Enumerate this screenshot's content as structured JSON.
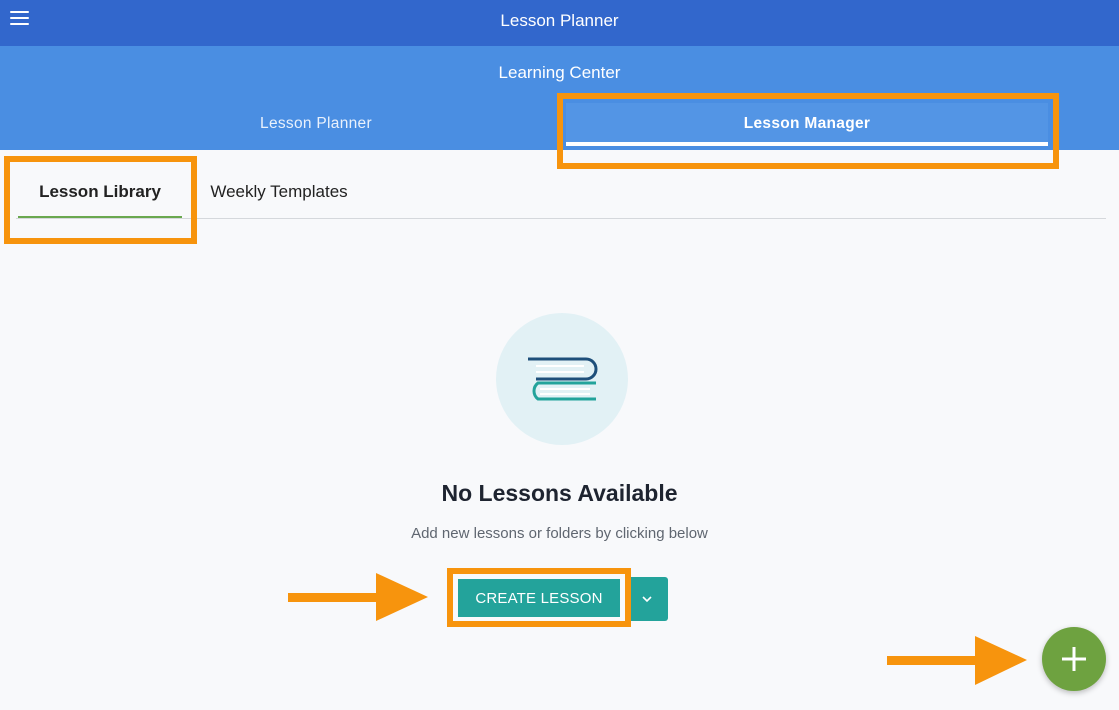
{
  "app": {
    "title": "Lesson Planner"
  },
  "subheader": {
    "title": "Learning Center",
    "tabs": [
      {
        "label": "Lesson Planner"
      },
      {
        "label": "Lesson Manager",
        "active": true
      }
    ]
  },
  "inner_tabs": [
    {
      "label": "Lesson Library",
      "active": true
    },
    {
      "label": "Weekly Templates"
    }
  ],
  "empty_state": {
    "icon": "books-stack-icon",
    "title": "No Lessons Available",
    "subtitle": "Add new lessons or folders by clicking below"
  },
  "actions": {
    "create_label": "CREATE LESSON",
    "dropdown_icon": "chevron-down-icon",
    "fab_icon": "plus-icon"
  },
  "colors": {
    "topbar": "#3267cc",
    "subbar": "#4a8ee2",
    "teal": "#23a39b",
    "green": "#6ea240",
    "highlight": "#f7940d"
  }
}
